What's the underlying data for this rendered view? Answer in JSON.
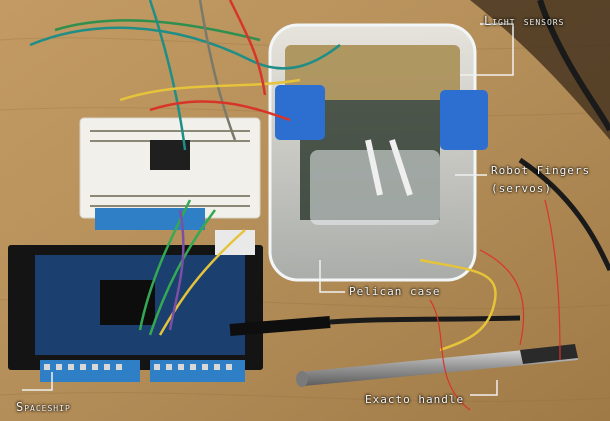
{
  "labels": {
    "light_sensors": "Light sensors",
    "robot_fingers_line1": "Robot Fingers",
    "robot_fingers_line2": "(servos)",
    "pelican_case": "Pelican case",
    "spaceship": "Spaceship",
    "exacto_handle": "Exacto handle"
  },
  "colors": {
    "table_wood": "#b8925c",
    "label_text": "#f4f4f0",
    "annotation_line": "#f0f0f0",
    "arduino_board": "#1b3f6e",
    "shield_black": "#141414",
    "terminal_blue": "#2f7fc6",
    "servo_blue": "#2c6fd1",
    "clear_case": "#d8dde0",
    "wire_green": "#34a853",
    "wire_red": "#d8352a",
    "wire_yellow": "#e5c33a",
    "wire_teal": "#1e8e86"
  }
}
